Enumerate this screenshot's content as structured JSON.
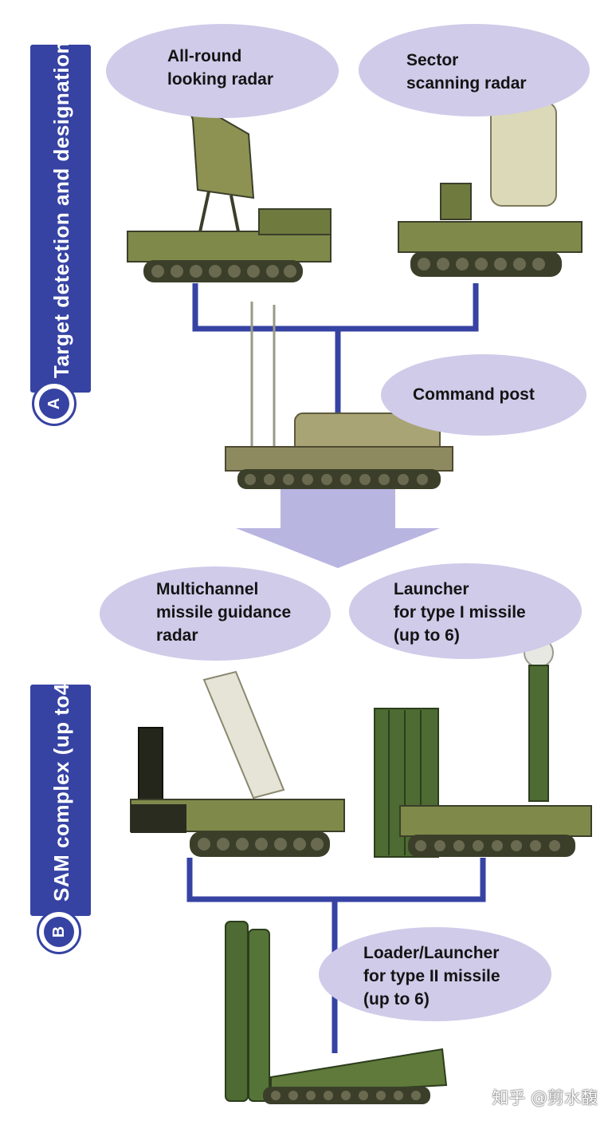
{
  "section_a": {
    "badge": "A",
    "title": "Target detection and designation post"
  },
  "section_b": {
    "badge": "B",
    "title": "SAM complex (up to4)"
  },
  "labels": {
    "all_round_radar": "All-round\nlooking radar",
    "sector_radar": "Sector\nscanning radar",
    "command_post": "Command post",
    "guidance_radar": "Multichannel\nmissile guidance\nradar",
    "launcher_type1": "Launcher\nfor type I missile\n(up to 6)",
    "loader_launcher_type2": "Loader/Launcher\nfor type II missile\n(up to 6)"
  },
  "watermark": "知乎 @剪水馥",
  "colors": {
    "connector": "#3643a3",
    "bubble": "#cfcbe9",
    "arrow": "#b9b5e1",
    "vehicle_body": "#7f8a4a",
    "vehicle_dark": "#3b3f2a",
    "launcher_green": "#4d6b32"
  }
}
